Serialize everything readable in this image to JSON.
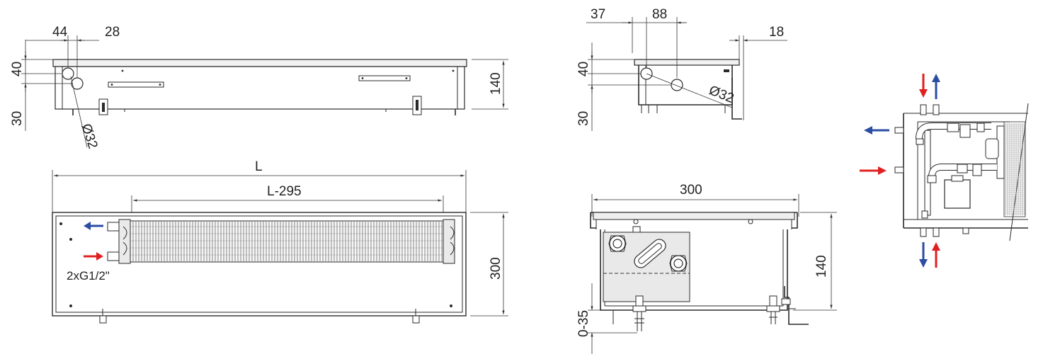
{
  "colors": {
    "outlet_arrow": "#2b4ea2",
    "inlet_arrow": "#e02020",
    "line": "#2a2a2a",
    "body_fill": "#f2f2f2"
  },
  "icons": {
    "flow_out": "arrow-left-icon",
    "flow_in": "arrow-right-icon",
    "riser_down": "arrow-down-icon",
    "riser_up": "arrow-up-icon"
  },
  "top_left_view": {
    "dim_44": "44",
    "dim_28": "28",
    "dim_40": "40",
    "dim_30": "30",
    "dim_140": "140",
    "dim_d32": "Ø32"
  },
  "top_right_view": {
    "dim_37": "37",
    "dim_88": "88",
    "dim_18": "18",
    "dim_40": "40",
    "dim_30": "30",
    "dim_d32": "Ø32"
  },
  "plan_view": {
    "dim_L": "L",
    "dim_L295": "L-295",
    "dim_300": "300",
    "connection": "2xG1/2\""
  },
  "section_view": {
    "dim_300": "300",
    "dim_140": "140",
    "dim_0_35": "0-35"
  }
}
